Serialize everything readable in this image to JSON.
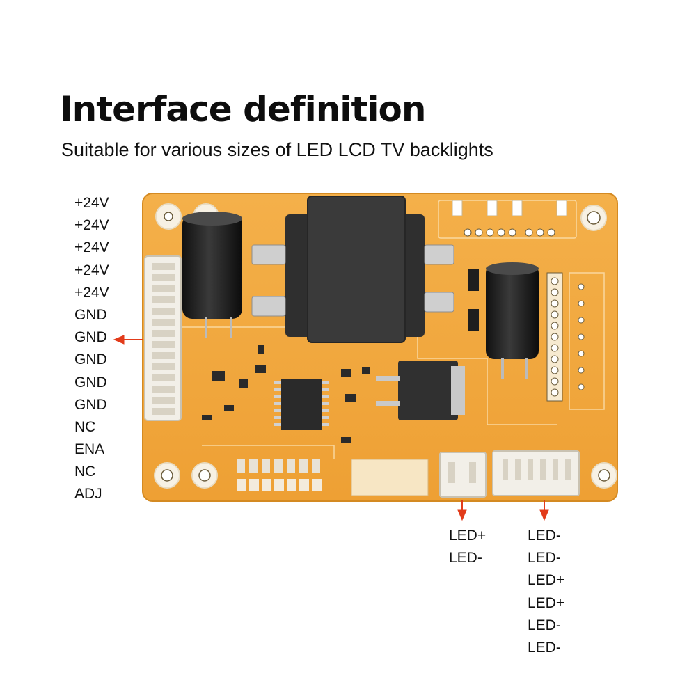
{
  "title": "Interface definition",
  "subtitle": "Suitable for various sizes of LED LCD TV backlights",
  "input_pins": [
    "+24V",
    "+24V",
    "+24V",
    "+24V",
    "+24V",
    "GND",
    "GND",
    "GND",
    "GND",
    "GND",
    "NC",
    "ENA",
    "NC",
    "ADJ"
  ],
  "output_connector_1": [
    "LED+",
    "LED-"
  ],
  "output_connector_2": [
    "LED-",
    "LED-",
    "LED+",
    "LED+",
    "LED-",
    "LED-"
  ],
  "colors": {
    "board": "#f0a93a",
    "arrow": "#e23b1a",
    "connector": "#f2efe8",
    "chip": "#2b2b2b"
  }
}
